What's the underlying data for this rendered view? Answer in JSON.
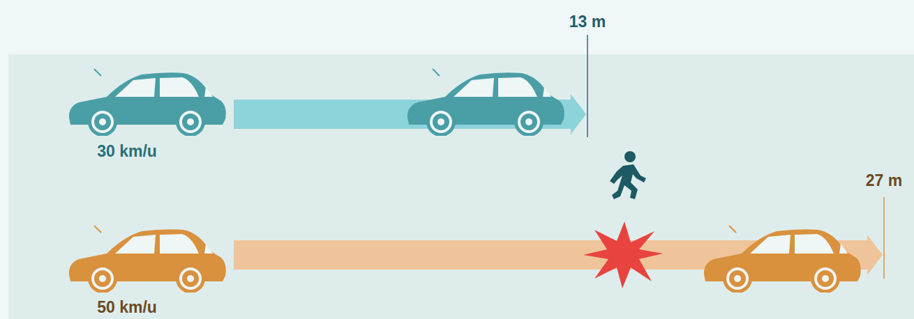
{
  "diagram": {
    "labels": [
      "13 m",
      "30 km/u",
      "27 m",
      "50 km/u"
    ]
  }
}
